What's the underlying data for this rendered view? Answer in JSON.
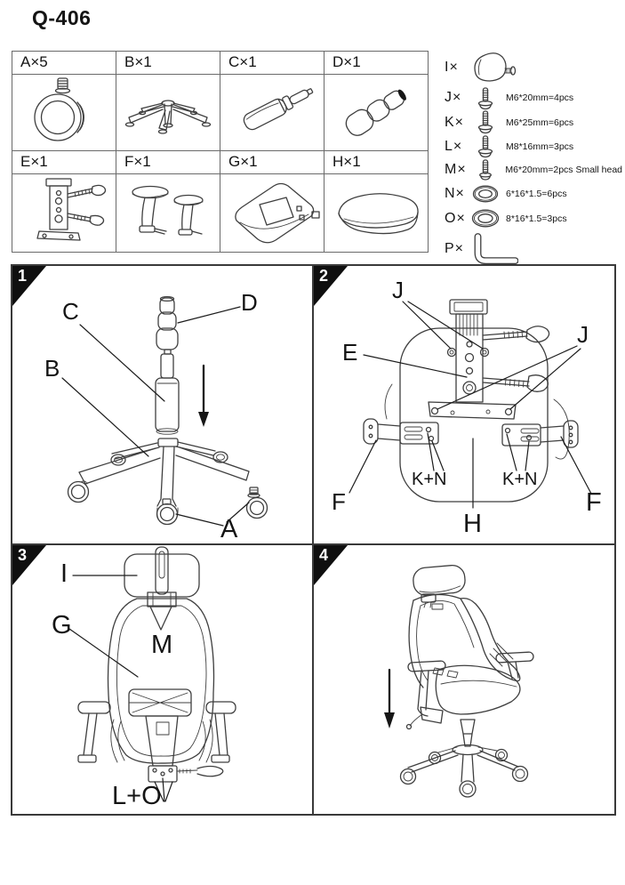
{
  "title": "Q-406",
  "colors": {
    "background": "#ffffff",
    "line_art": "#3f3f3f",
    "text": "#141414",
    "badge_bg": "#0f0f0f",
    "badge_text": "#ffffff",
    "table_border": "#6a6a6a",
    "panel_border": "#3a3a3a"
  },
  "parts_table": {
    "cells": [
      {
        "label": "A×5",
        "part": "caster-wheel"
      },
      {
        "label": "B×1",
        "part": "five-star-base"
      },
      {
        "label": "C×1",
        "part": "gas-lift-cylinder"
      },
      {
        "label": "D×1",
        "part": "telescopic-cover"
      },
      {
        "label": "E×1",
        "part": "tilt-mechanism"
      },
      {
        "label": "F×1",
        "part": "armrest-pair"
      },
      {
        "label": "G×1",
        "part": "backrest-shell"
      },
      {
        "label": "H×1",
        "part": "seat-cushion"
      }
    ]
  },
  "hardware_list": {
    "items": [
      {
        "label": "I×",
        "icon": "headrest-connector",
        "spec": ""
      },
      {
        "label": "J×",
        "icon": "screw",
        "spec": "M6*20mm=4pcs"
      },
      {
        "label": "K×",
        "icon": "screw",
        "spec": "M6*25mm=6pcs"
      },
      {
        "label": "L×",
        "icon": "screw",
        "spec": "M8*16mm=3pcs"
      },
      {
        "label": "M×",
        "icon": "screw",
        "spec": "M6*20mm=2pcs Small head"
      },
      {
        "label": "N×",
        "icon": "washer",
        "spec": "6*16*1.5=6pcs"
      },
      {
        "label": "O×",
        "icon": "washer",
        "spec": "8*16*1.5=3pcs"
      },
      {
        "label": "P×",
        "icon": "allen-key",
        "spec": ""
      }
    ]
  },
  "steps": [
    {
      "number": "1",
      "annotations": {
        "c": "C",
        "d": "D",
        "b": "B",
        "a": "A"
      }
    },
    {
      "number": "2",
      "annotations": {
        "j_top": "J",
        "e": "E",
        "j_right": "J",
        "f_left": "F",
        "kn_left": "K+N",
        "kn_right": "K+N",
        "h": "H",
        "f_right": "F"
      }
    },
    {
      "number": "3",
      "annotations": {
        "i": "I",
        "g": "G",
        "m": "M",
        "lo": "L+O"
      }
    },
    {
      "number": "4",
      "annotations": {}
    }
  ]
}
